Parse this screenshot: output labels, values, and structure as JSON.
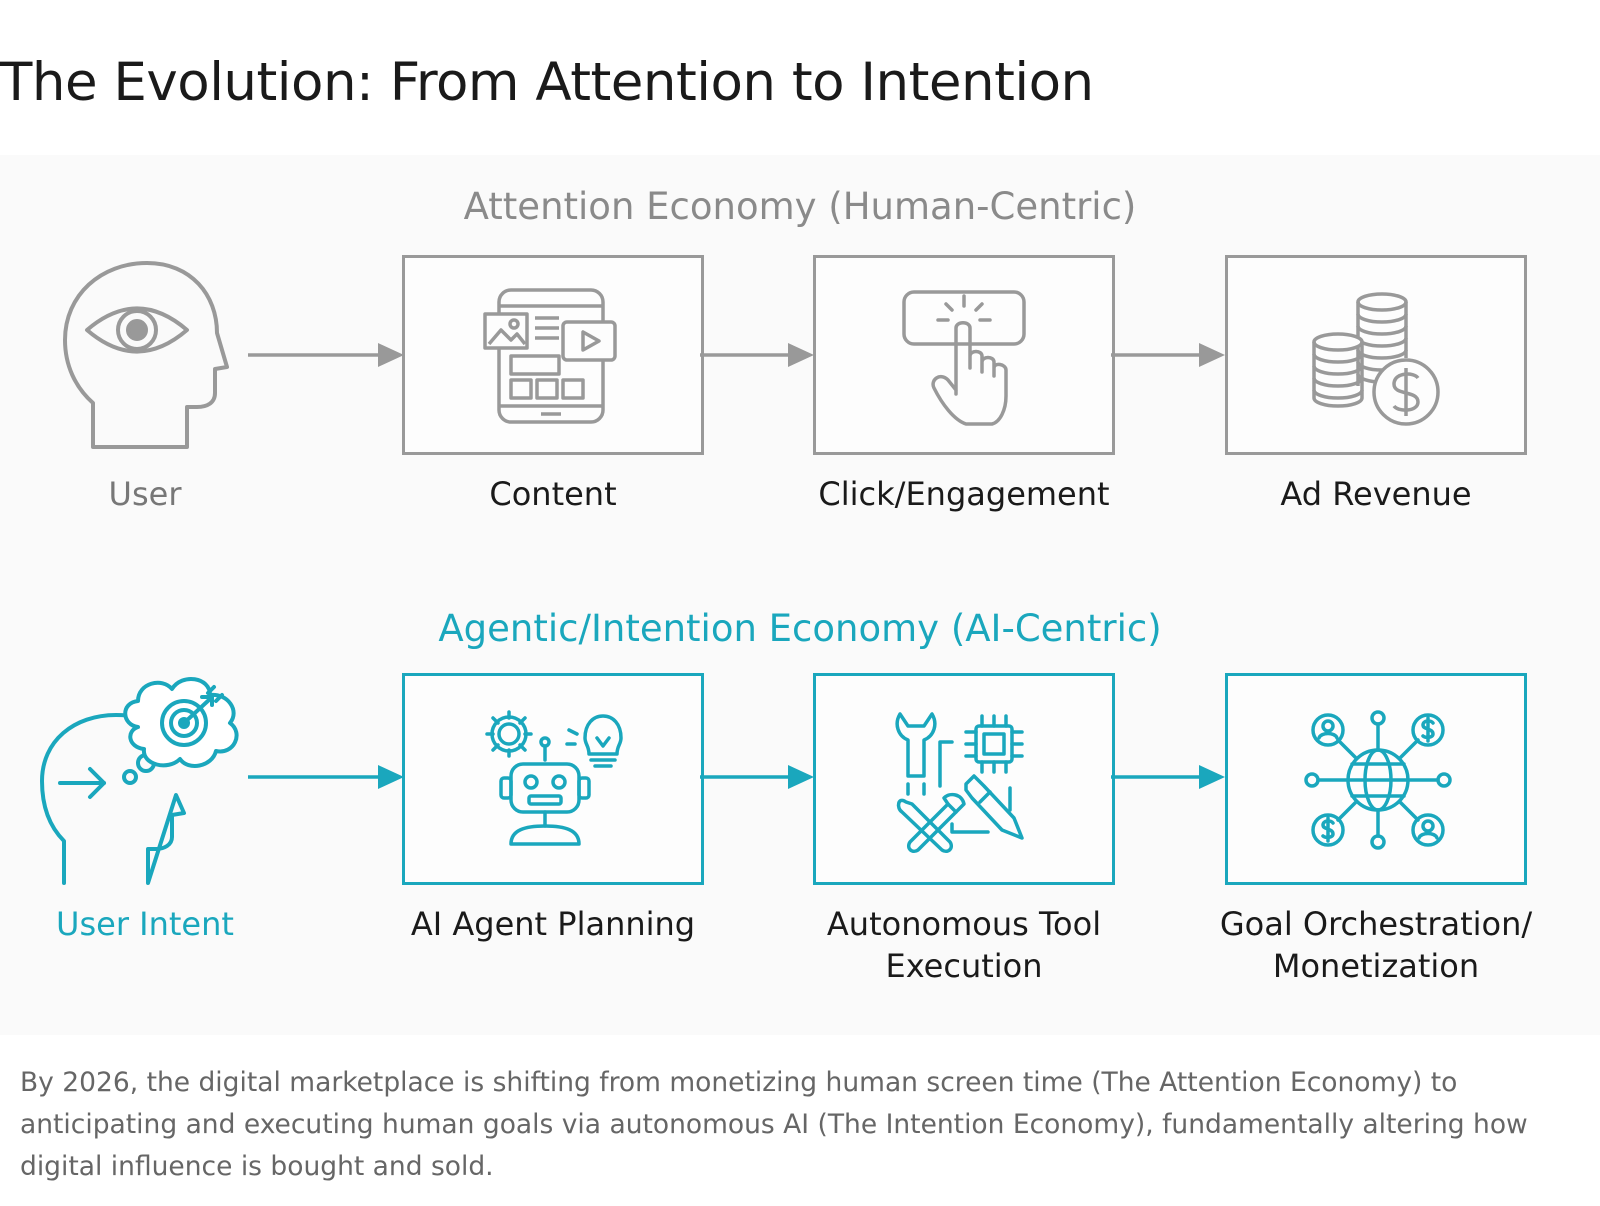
{
  "title": "The Evolution: From Attention to Intention",
  "attention": {
    "heading": "Attention Economy (Human-Centric)",
    "steps": [
      {
        "label": "User",
        "icon": "head-eye-icon"
      },
      {
        "label": "Content",
        "icon": "tablet-media-icon"
      },
      {
        "label": "Click/Engagement",
        "icon": "click-hand-icon"
      },
      {
        "label": "Ad Revenue",
        "icon": "coins-dollar-icon"
      }
    ]
  },
  "intention": {
    "heading": "Agentic/Intention Economy (AI-Centric)",
    "steps": [
      {
        "label": "User Intent",
        "icon": "head-target-icon"
      },
      {
        "label": "AI Agent Planning",
        "icon": "robot-ideas-icon"
      },
      {
        "label": "Autonomous Tool Execution",
        "icon": "tools-chip-icon"
      },
      {
        "label": "Goal Orchestration/ Monetization",
        "icon": "network-globe-icon"
      }
    ]
  },
  "caption": "By 2026, the digital marketplace is shifting from monetizing human screen time (The Attention Economy) to anticipating and executing human goals via autonomous AI (The Intention Economy), fundamentally altering how digital influence is bought and sold.",
  "colors": {
    "gray": "#999999",
    "teal": "#1aa7bd",
    "text": "#1a1a1a"
  }
}
